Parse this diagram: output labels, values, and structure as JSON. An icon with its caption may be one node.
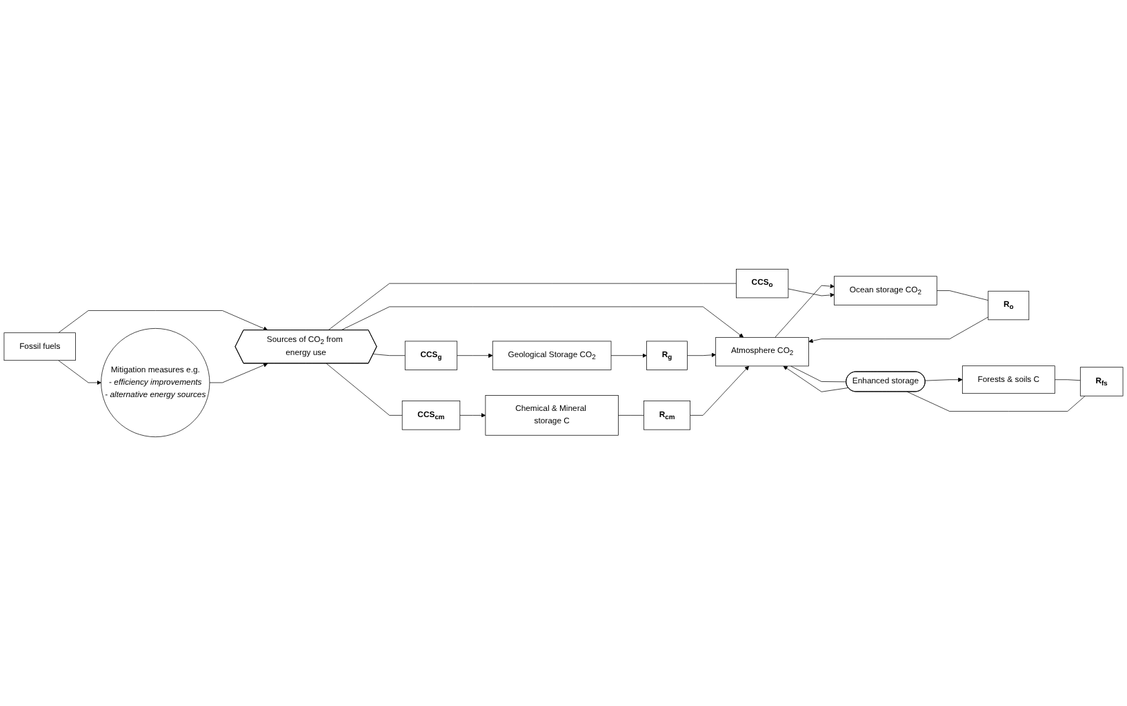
{
  "diagram": {
    "nodes": [
      {
        "text": [
          "Atmosphere CO$_{2}$"
        ]
      },
      {
        "text": [
          "Fossil fuels"
        ]
      },
      {
        "text": [
          "Enhanced storage"
        ]
      },
      {
        "text": [
          "R$_{o}$"
        ]
      },
      {
        "text": [
          "R$_{fs}$"
        ]
      },
      {
        "text": [
          "Ocean storage CO$_{2}$"
        ]
      },
      {
        "text": [
          "Forests & soils C"
        ]
      },
      {
        "text": [
          "Sources of CO$_{2}$ from energy use"
        ]
      },
      {
        "text": [
          "CCS$_{o}$"
        ]
      },
      {
        "text": [
          "R$_{g}$"
        ]
      },
      {
        "text": [
          "CCS$_{g}$"
        ]
      },
      {
        "text": [
          "Geological Storage CO$_{2}$"
        ]
      },
      {
        "text": [
          "R$_{cm}$"
        ]
      },
      {
        "text": [
          "Mitigation measures e.g.",
          "- *efficiency improvements*",
          "- *alternative energy sources*"
        ]
      },
      {
        "text": [
          "CCS$_{cm}$"
        ]
      },
      {
        "text": [
          "Chemical & Mineral storage C"
        ]
      }
    ],
    "edges": [
      {
        "from": 1,
        "to": 7,
        "arrow": "to"
      },
      {
        "from": 1,
        "to": 13,
        "arrow": "to"
      },
      {
        "from": 13,
        "to": 7,
        "arrow": "to"
      },
      {
        "from": 7,
        "to": 0,
        "arrow": "to"
      },
      {
        "from": 0,
        "to": 2,
        "arrow": "none"
      },
      {
        "from": 2,
        "to": 6,
        "arrow": "to"
      },
      {
        "from": 6,
        "to": 4,
        "arrow": "none"
      },
      {
        "from": 4,
        "to": 2,
        "arrow": "none"
      },
      {
        "from": 2,
        "to": 0,
        "arrow": "to"
      },
      {
        "from": 0,
        "to": 5,
        "arrow": "to"
      },
      {
        "from": 5,
        "to": 3,
        "arrow": "none"
      },
      {
        "from": 3,
        "to": 0,
        "arrow": "to"
      },
      {
        "from": 7,
        "to": 8,
        "arrow": "none"
      },
      {
        "from": 8,
        "to": 5,
        "arrow": "to"
      },
      {
        "from": 7,
        "to": 10,
        "arrow": "none"
      },
      {
        "from": 10,
        "to": 11,
        "arrow": "to"
      },
      {
        "from": 11,
        "to": 9,
        "arrow": "to"
      },
      {
        "from": 9,
        "to": 0,
        "arrow": "to"
      },
      {
        "from": 7,
        "to": 14,
        "arrow": "none"
      },
      {
        "from": 14,
        "to": 15,
        "arrow": "to"
      },
      {
        "from": 15,
        "to": 12,
        "arrow": "none"
      },
      {
        "from": 12,
        "to": 0,
        "arrow": "to"
      }
    ]
  }
}
